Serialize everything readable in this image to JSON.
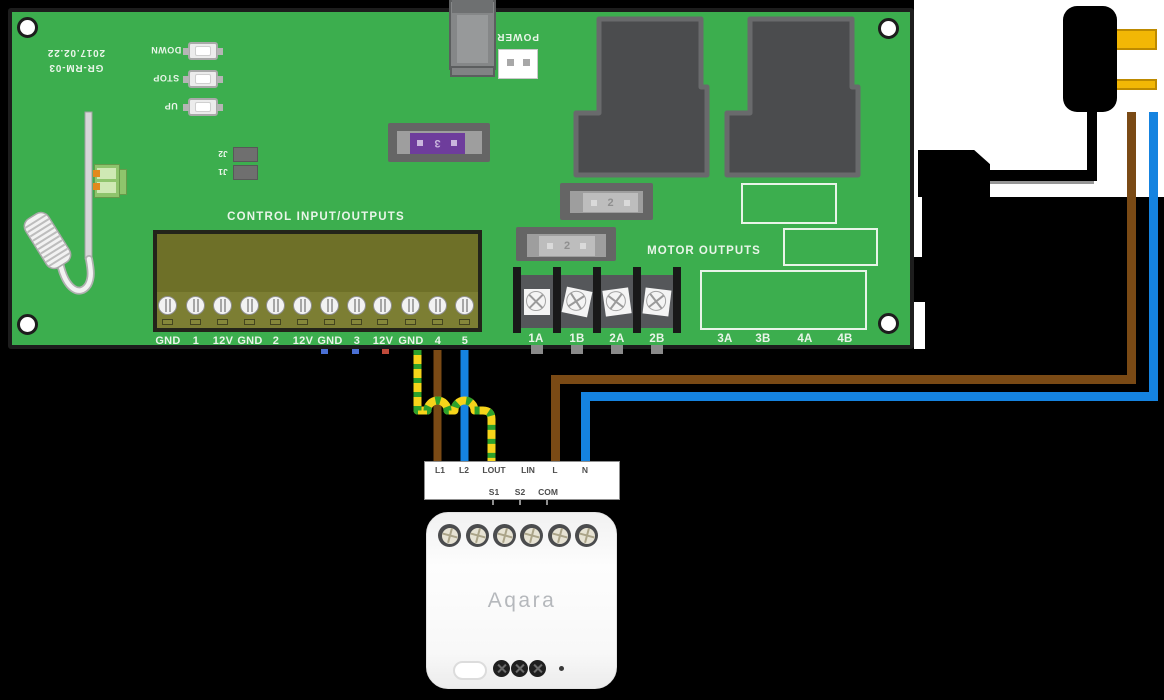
{
  "colors": {
    "pcb_green": "#3cae4e",
    "wire_brown": "#7a4a15",
    "wire_blue": "#1583e0",
    "earth_yellow": "#f6d41a",
    "earth_green": "#2ca12c",
    "prong_gold": "#f2b705",
    "fuse_purple": "#6e3d9c"
  },
  "pcb": {
    "model": "GR-RM-03",
    "date": "2017.02.22",
    "power_label": "POWER",
    "control_title": "CONTROL INPUT/OUTPUTS",
    "motor_title": "MOTOR OUTPUTS",
    "buttons": [
      "DOWN",
      "STOP",
      "UP"
    ],
    "jumpers": [
      "J2",
      "J1"
    ],
    "fuse_main": "3",
    "fuse_motor1": "2",
    "fuse_motor2": "2",
    "control_terminals": [
      "GND",
      "1",
      "12V",
      "GND",
      "2",
      "12V",
      "GND",
      "3",
      "12V",
      "GND",
      "4",
      "5"
    ],
    "motor_terminals": [
      "1A",
      "1B",
      "2A",
      "2B"
    ],
    "motor_terminals_spare": [
      "3A",
      "3B",
      "4A",
      "4B"
    ]
  },
  "module": {
    "brand": "Aqara",
    "terminals_top": [
      "L1",
      "L2",
      "LOUT",
      "LIN",
      "L",
      "N"
    ],
    "terminals_bottom": [
      "S1",
      "S2",
      "COM"
    ]
  }
}
